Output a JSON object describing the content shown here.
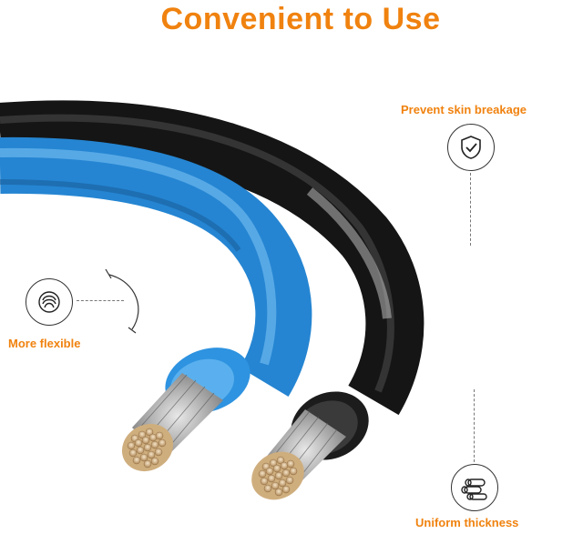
{
  "title": "Convenient to Use",
  "features": {
    "prevent": {
      "label": "Prevent skin breakage",
      "icon": "shield-check-icon"
    },
    "flexible": {
      "label": "More flexible",
      "icon": "flexible-coil-icon"
    },
    "uniform": {
      "label": "Uniform thickness",
      "icon": "cylinders-icon"
    }
  },
  "colors": {
    "accent": "#f0820f",
    "blue_cable": "#2b8fd8",
    "black_cable": "#1e1e1e"
  }
}
